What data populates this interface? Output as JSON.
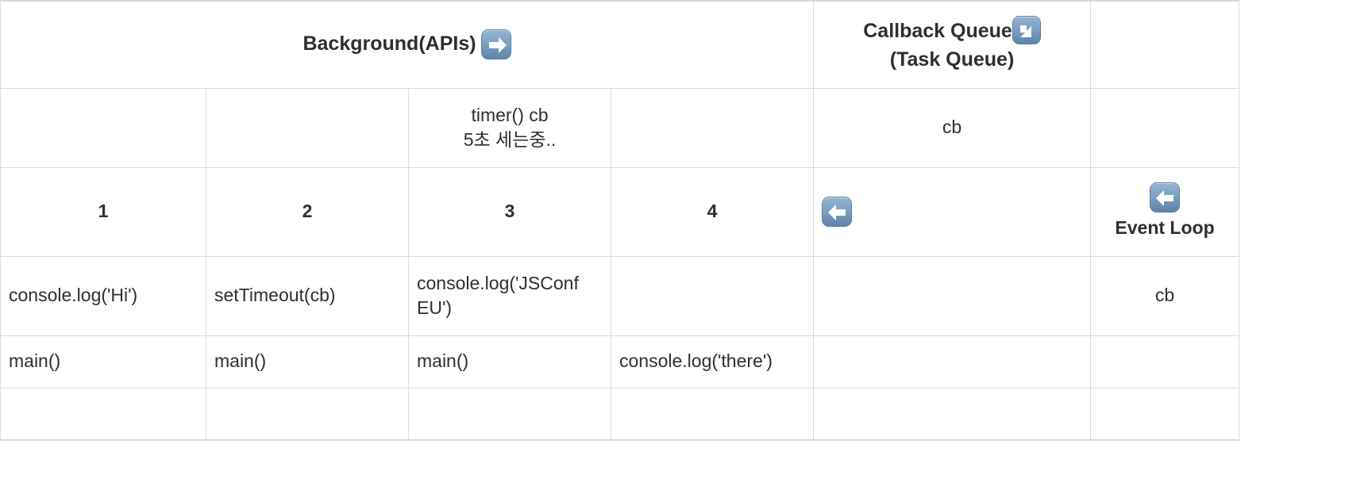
{
  "table": {
    "columns": 6,
    "header": {
      "background_label": "Background(APIs)",
      "background_icon": "right-arrow-icon",
      "callback_queue_line1": "Callback Queue",
      "callback_queue_icon": "down-right-arrow-icon",
      "callback_queue_line2": "(Task Queue)"
    },
    "rows": [
      {
        "name": "timer-row",
        "cells": [
          {
            "text": ""
          },
          {
            "text": ""
          },
          {
            "text": "timer() cb\n5초 세는중.."
          },
          {
            "text": ""
          },
          {
            "text": "cb"
          },
          {
            "text": ""
          }
        ]
      },
      {
        "name": "index-row",
        "cells": [
          {
            "text": "1"
          },
          {
            "text": "2"
          },
          {
            "text": "3"
          },
          {
            "text": "4"
          },
          {
            "text": "",
            "icon": "left-arrow-icon"
          },
          {
            "text": "Event Loop",
            "icon": "left-arrow-icon"
          }
        ]
      },
      {
        "name": "stack-row-1",
        "cells": [
          {
            "text": "console.log('Hi')"
          },
          {
            "text": "setTimeout(cb)"
          },
          {
            "text": "console.log('JSConf EU')"
          },
          {
            "text": ""
          },
          {
            "text": ""
          },
          {
            "text": "cb"
          }
        ]
      },
      {
        "name": "stack-row-2",
        "cells": [
          {
            "text": "main()"
          },
          {
            "text": "main()"
          },
          {
            "text": "main()"
          },
          {
            "text": "console.log('there')"
          },
          {
            "text": ""
          },
          {
            "text": ""
          }
        ]
      },
      {
        "name": "empty-row",
        "cells": [
          {
            "text": ""
          },
          {
            "text": ""
          },
          {
            "text": ""
          },
          {
            "text": ""
          },
          {
            "text": ""
          },
          {
            "text": ""
          }
        ]
      }
    ]
  },
  "timer_row": {
    "timer_line1": "timer() cb",
    "timer_line2": "5초 세는중..",
    "queue_cb": "cb"
  },
  "index_row": {
    "n1": "1",
    "n2": "2",
    "n3": "3",
    "n4": "4",
    "event_loop_label": "Event Loop"
  },
  "stack_row_1": {
    "c1": "console.log('Hi')",
    "c2": "setTimeout(cb)",
    "c3": "console.log('JSConf EU')",
    "c6": "cb"
  },
  "stack_row_2": {
    "c1": "main()",
    "c2": "main()",
    "c3": "main()",
    "c4": "console.log('there')"
  },
  "colors": {
    "icon_blue": "#6d92b6",
    "border": "#dcdcdc",
    "text": "#2f2f2f",
    "background": "#ffffff"
  }
}
